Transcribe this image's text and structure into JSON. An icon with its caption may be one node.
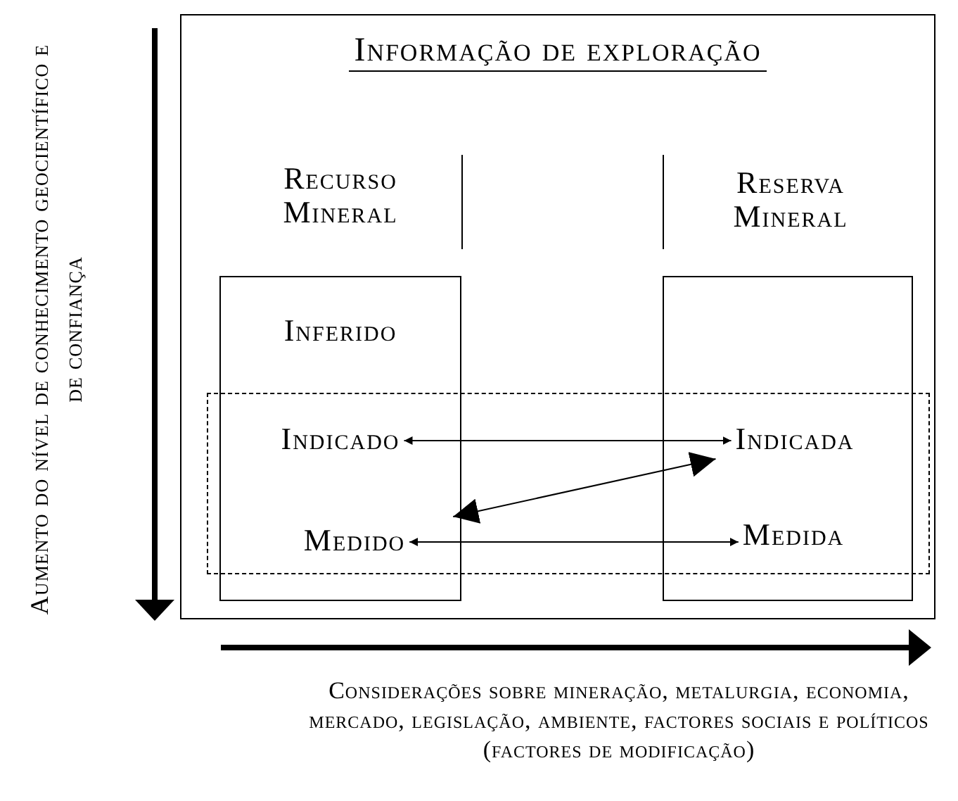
{
  "diagram": {
    "nodes": [
      {
        "text": [
          "Informação de exploração"
        ]
      },
      {
        "text": [
          "Recurso Mineral"
        ],
        "in": 0
      },
      {
        "text": [
          "Inferido"
        ],
        "in": 1
      },
      {
        "text": [
          "Indicado"
        ],
        "in": 1
      },
      {
        "text": [
          "Medido"
        ],
        "in": 1
      },
      {
        "text": [
          "Reserva Mineral"
        ],
        "in": 0
      },
      {
        "text": [
          "Indicada"
        ],
        "in": 5
      },
      {
        "text": [
          "Medida"
        ],
        "in": 5
      }
    ],
    "edges": [
      {
        "from": 3,
        "to": 6,
        "arrow": "both"
      },
      {
        "from": 4,
        "to": 6,
        "arrow": "both"
      },
      {
        "from": 4,
        "to": 7,
        "arrow": "both"
      }
    ],
    "labels": [
      "Aumento do nível de conhecimento geocientífico e de confiança",
      "Considerações sobre mineração, metalurgia, economia, mercado, legislação, ambiente, factores sociais e políticos (factores de modificação)"
    ]
  }
}
